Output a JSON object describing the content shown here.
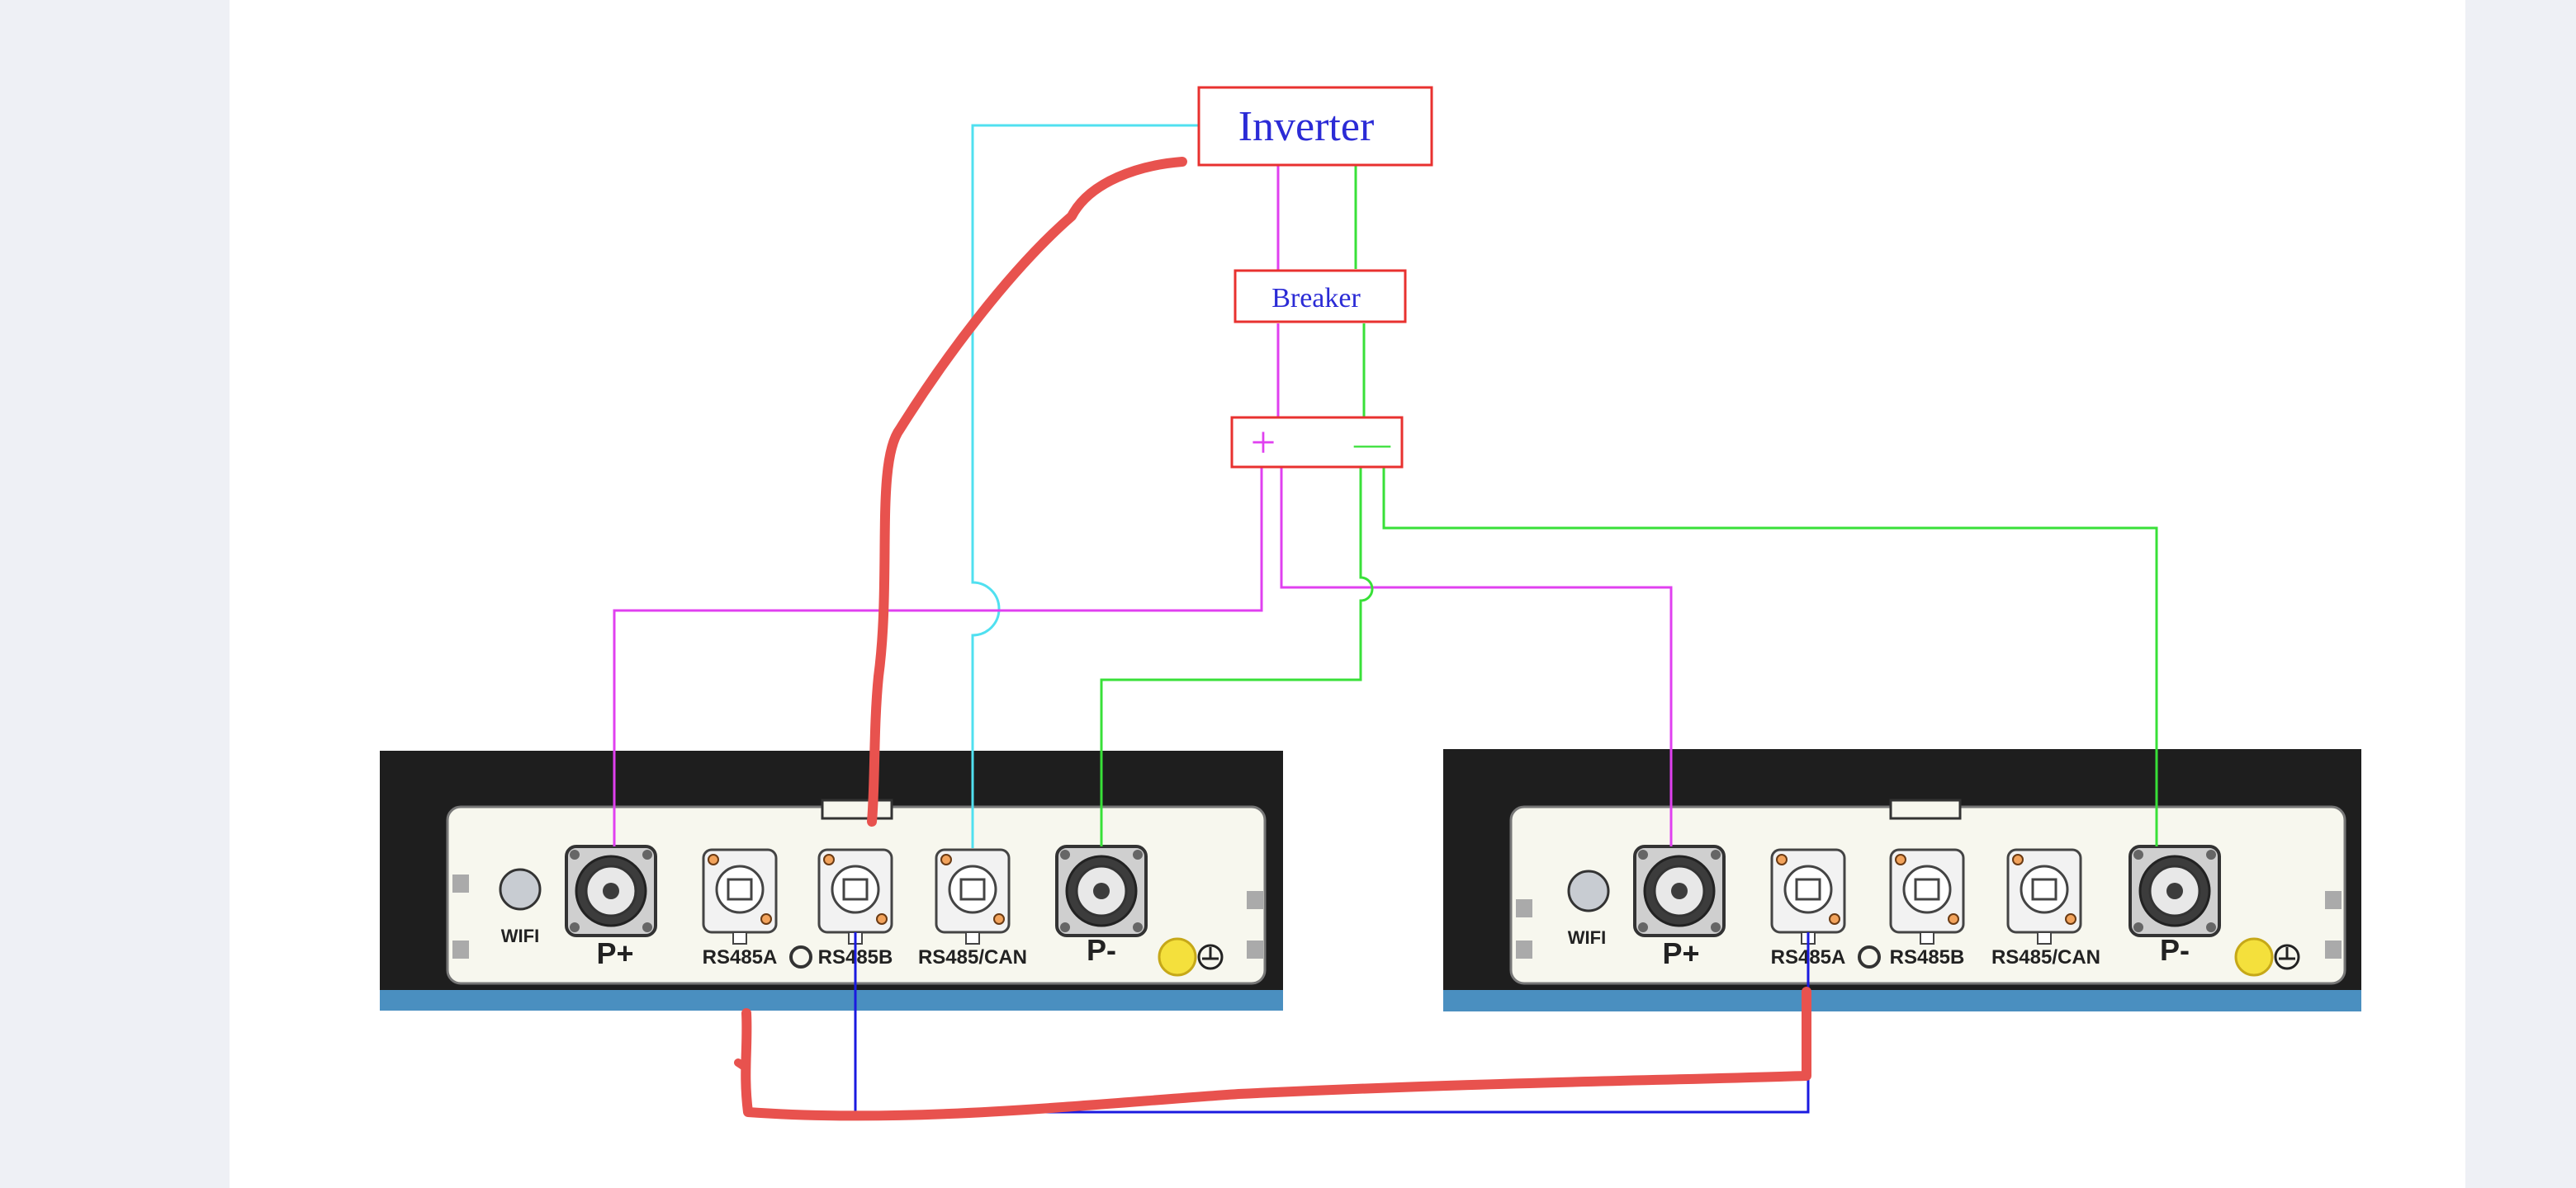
{
  "diagram": {
    "inverter_label": "Inverter",
    "breaker_label": "Breaker",
    "plus_symbol": "+",
    "minus_symbol": "—",
    "battery_left": {
      "wifi": "WIFI",
      "p_plus": "P+",
      "rs485a": "RS485A",
      "rs485b": "RS485B",
      "rs485can": "RS485/CAN",
      "p_minus": "P-"
    },
    "battery_right": {
      "wifi": "WIFI",
      "p_plus": "P+",
      "rs485a": "RS485A",
      "rs485b": "RS485B",
      "rs485can": "RS485/CAN",
      "p_minus": "P-"
    }
  },
  "colors": {
    "box_border": "#e8312f",
    "box_text": "#2b2bd6",
    "positive_wire": "#e040f0",
    "negative_wire": "#38e038",
    "comm_wire": "#50e0f0",
    "link_wire": "#1a1ae0",
    "marker": "#e8524e",
    "battery_body": "#1e1e1e",
    "battery_panel": "#f7f7ee",
    "battery_base": "#4a8fc0"
  }
}
